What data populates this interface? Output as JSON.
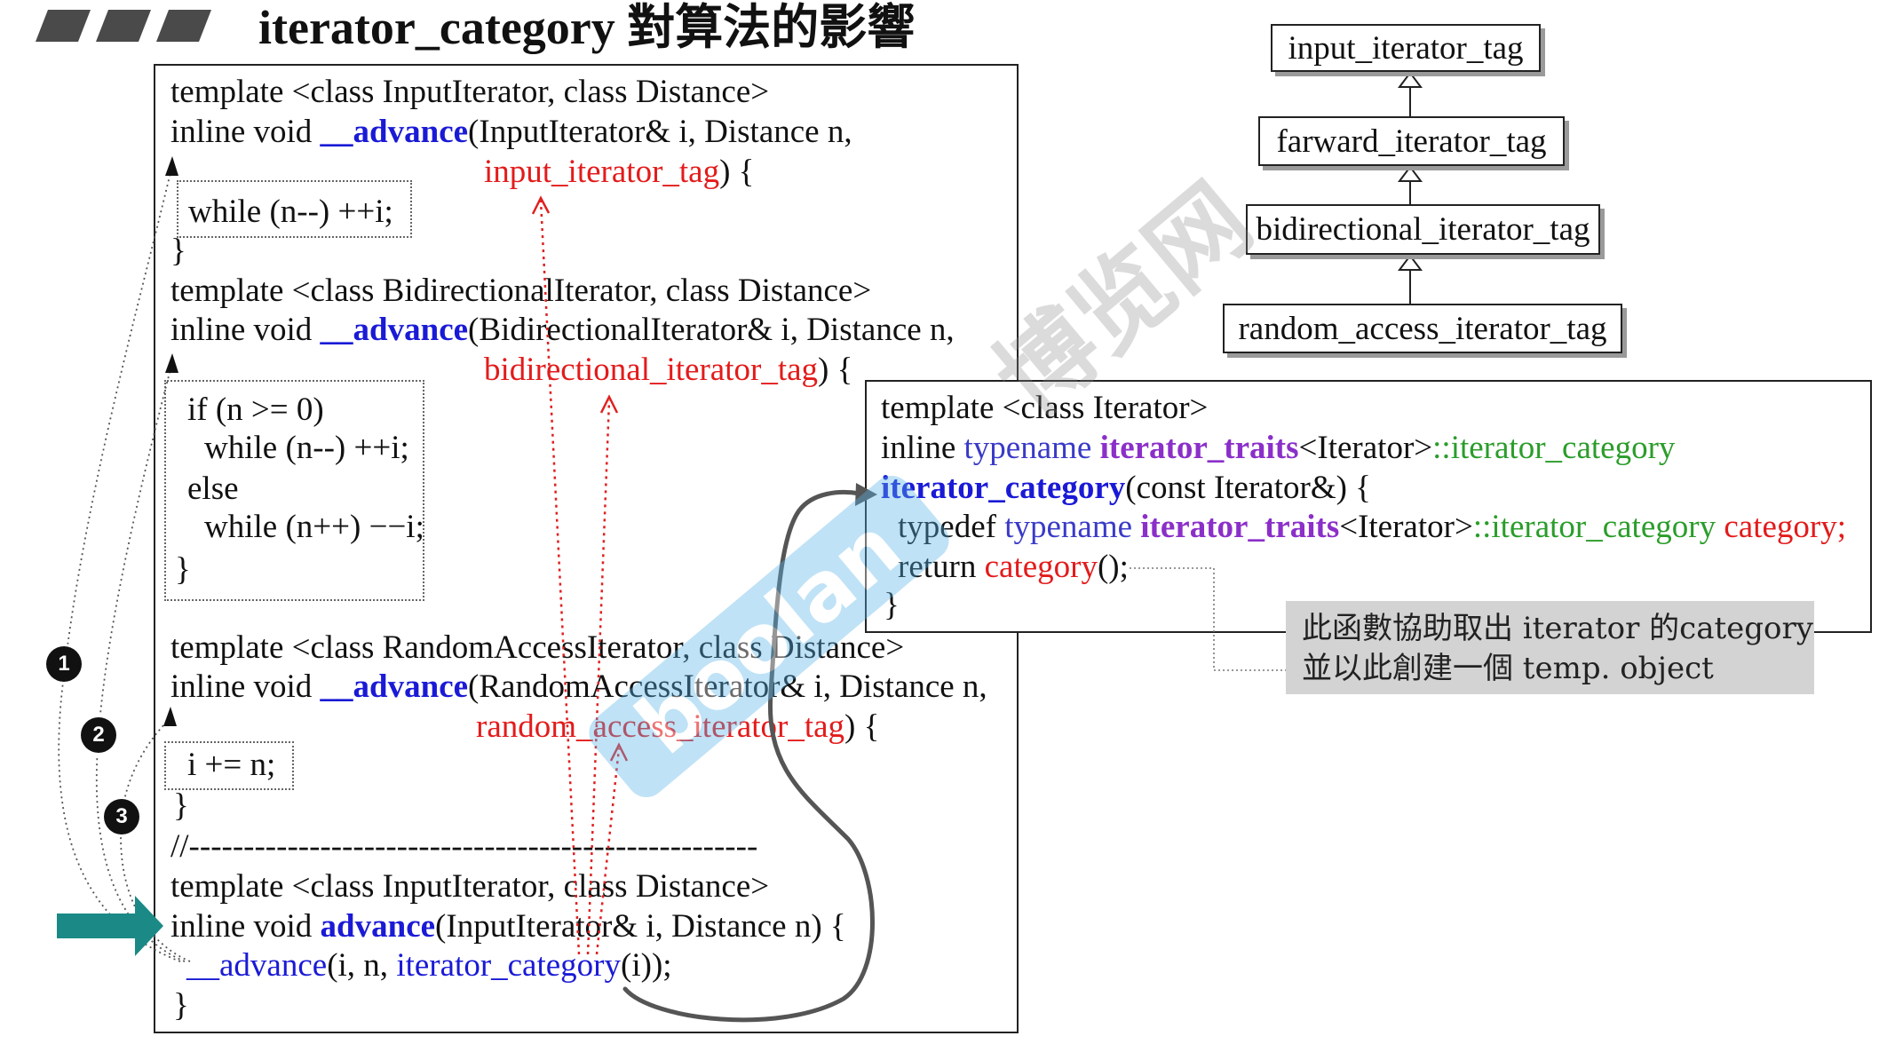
{
  "title": "iterator_category 對算法的影響",
  "hierarchy": {
    "input": "input_iterator_tag",
    "forward": "farward_iterator_tag",
    "bidirectional": "bidirectional_iterator_tag",
    "random_access": "random_access_iterator_tag"
  },
  "left_code": {
    "b1": {
      "template": "template <class InputIterator, class Distance>",
      "prefix": "inline void ",
      "fn": "__advance",
      "params": "(InputIterator& i, Distance n,",
      "tag": "input_iterator_tag",
      "tag_end": ") {",
      "body": [
        "while (n--) ++i;"
      ],
      "close": "}"
    },
    "b2": {
      "template": "template <class BidirectionalIterator, class Distance>",
      "prefix": "inline void ",
      "fn": "__advance",
      "params": "(BidirectionalIterator& i, Distance n,",
      "tag": "bidirectional_iterator_tag",
      "tag_end": ") {",
      "body": [
        "if (n >= 0)",
        "while (n--) ++i;",
        "else",
        "while (n++) −−i;",
        "}"
      ]
    },
    "b3": {
      "template": "template <class RandomAccessIterator, class Distance>",
      "prefix": "inline void ",
      "fn": "__advance",
      "params": "(RandomAccessIterator& i, Distance n,",
      "tag": "random_access_iterator_tag",
      "tag_end": ") {",
      "body": [
        "i += n;"
      ],
      "close": "}"
    },
    "divider": "//----------------------------------------------------",
    "b4": {
      "template": "template <class InputIterator, class Distance>",
      "prefix": "inline void ",
      "fn": "advance",
      "params": "(InputIterator& i, Distance n) {",
      "call_fn": "__advance",
      "call_args": "(i, n, ",
      "call_category": "iterator_category",
      "call_end": "(i));",
      "close": "}"
    }
  },
  "right_code": {
    "line1": "template <class Iterator>",
    "line2": {
      "kw_inline": "inline ",
      "kw_typename": "typename ",
      "traits": "iterator_traits",
      "targ": "<Iterator>",
      "member": "::iterator_category"
    },
    "line3": {
      "fn": "iterator_category",
      "params": "(const Iterator&) {"
    },
    "line4": {
      "kw_typedef": "typedef ",
      "kw_typename": "typename ",
      "traits": "iterator_traits",
      "targ": "<Iterator>",
      "member": "::iterator_category",
      "alias": " category;"
    },
    "line5": {
      "kw_return": "return ",
      "call": "category",
      "tail": "();"
    },
    "line6": "}"
  },
  "note": {
    "line1": "此函數協助取出 iterator 的category",
    "line2": "並以此創建一個 temp. object"
  },
  "badges": [
    "1",
    "2",
    "3"
  ],
  "watermark": {
    "brand": "boolan",
    "site": "博览网"
  },
  "colors": {
    "function_blue": "#1a1ad6",
    "tag_red": "#e31b1b",
    "traits_purple": "#8b2fc9",
    "member_green": "#2a9d2a",
    "keyword_blue": "#3a3ac8",
    "arrow_teal": "#1b8a87",
    "note_gray": "#d3d3d3",
    "loop_gray": "#555555"
  }
}
